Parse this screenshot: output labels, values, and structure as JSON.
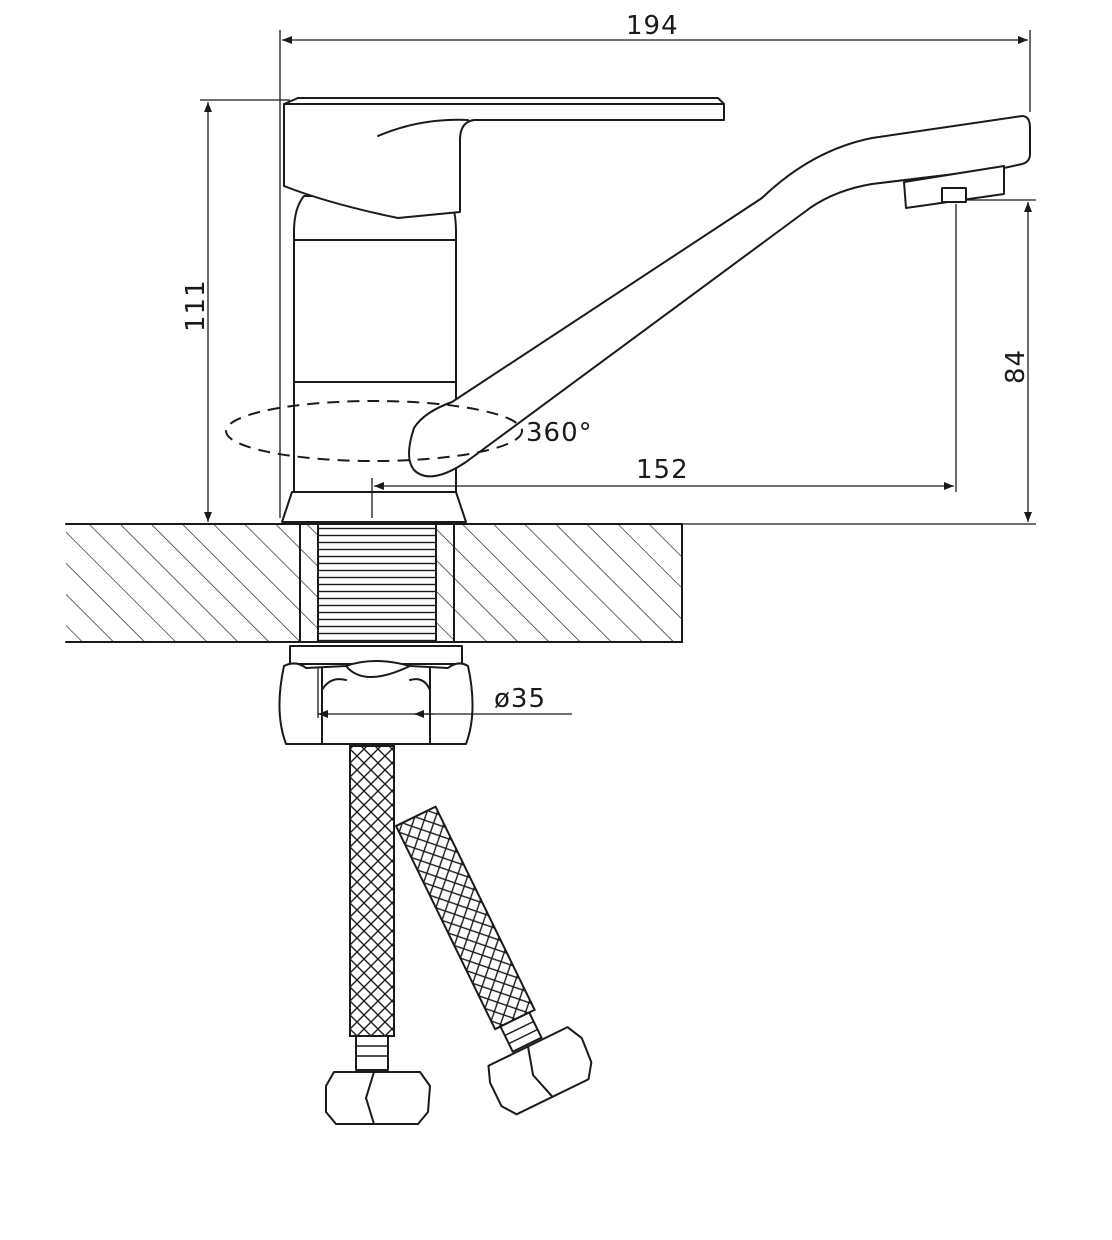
{
  "dimensions": {
    "overall_length": "194",
    "overall_height": "111",
    "spout_outlet_height": "84",
    "spout_reach": "152",
    "swivel_angle": "360°",
    "mount_diameter": "ø35"
  },
  "colors": {
    "line": "#1a1a1a",
    "background": "#ffffff"
  }
}
